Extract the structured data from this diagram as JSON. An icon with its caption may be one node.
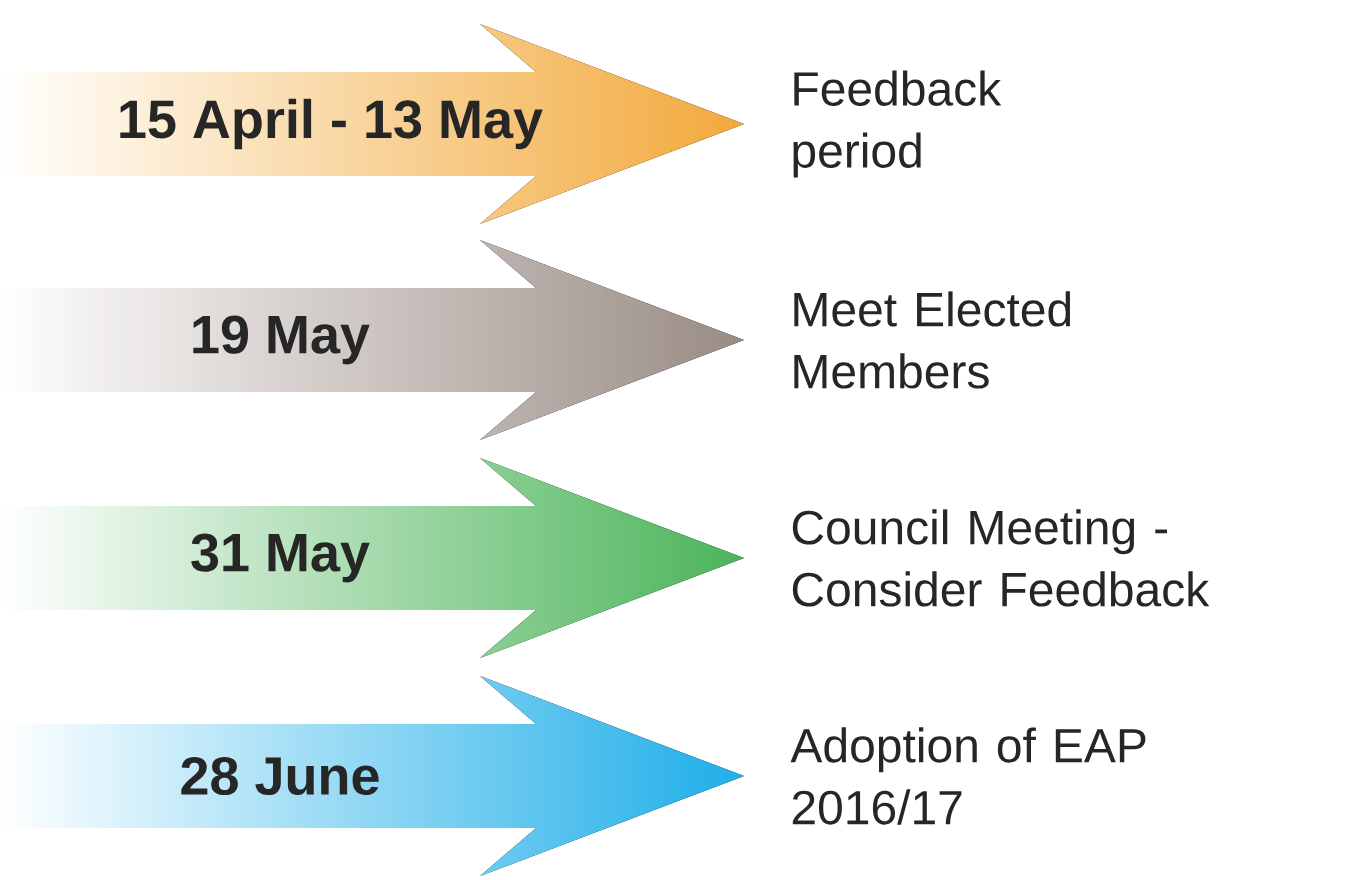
{
  "diagram": {
    "nodes": [
      {
        "text": [
          "15 April - 13 May"
        ],
        "beside": [
          "Feedback period"
        ]
      },
      {
        "text": [
          "19 May"
        ],
        "beside": [
          "Meet Elected Members"
        ]
      },
      {
        "text": [
          "31 May"
        ],
        "beside": [
          "Council Meeting - Consider Feedback"
        ]
      },
      {
        "text": [
          "28 June"
        ],
        "beside": [
          "Adoption of EAP 2016/17"
        ]
      }
    ]
  }
}
